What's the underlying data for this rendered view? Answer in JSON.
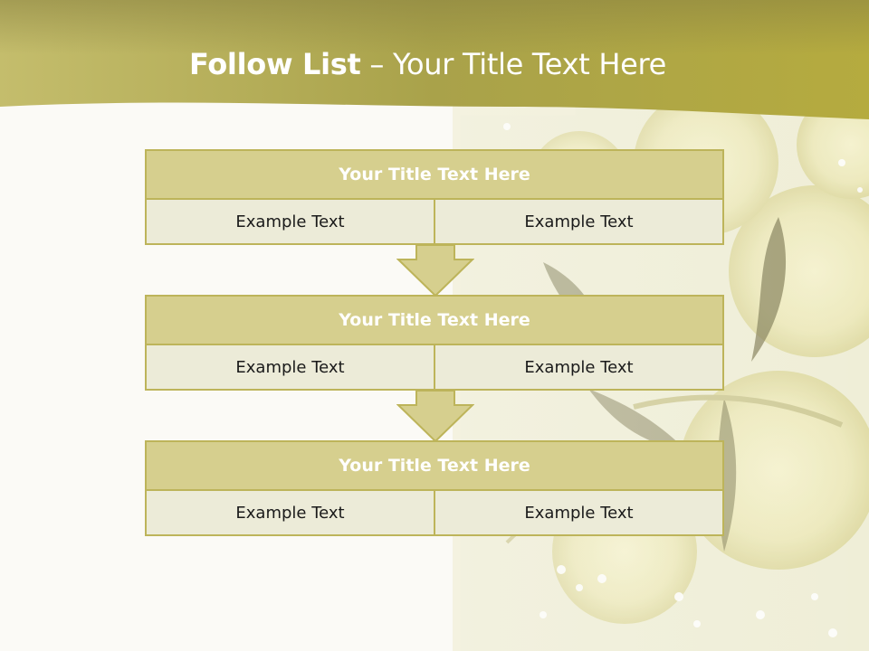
{
  "slide": {
    "title_bold": "Follow List",
    "title_rest": "– Your Title Text Here"
  },
  "steps": [
    {
      "title": "Your Title Text Here",
      "left": "Example Text",
      "right": "Example Text"
    },
    {
      "title": "Your Title Text Here",
      "left": "Example Text",
      "right": "Example Text"
    },
    {
      "title": "Your Title Text Here",
      "left": "Example Text",
      "right": "Example Text"
    }
  ],
  "colors": {
    "header_band": "#b6ad4c",
    "box_fill": "#d6cf8e",
    "box_border": "#bdb45a",
    "cell_fill": "#ecebd8"
  }
}
